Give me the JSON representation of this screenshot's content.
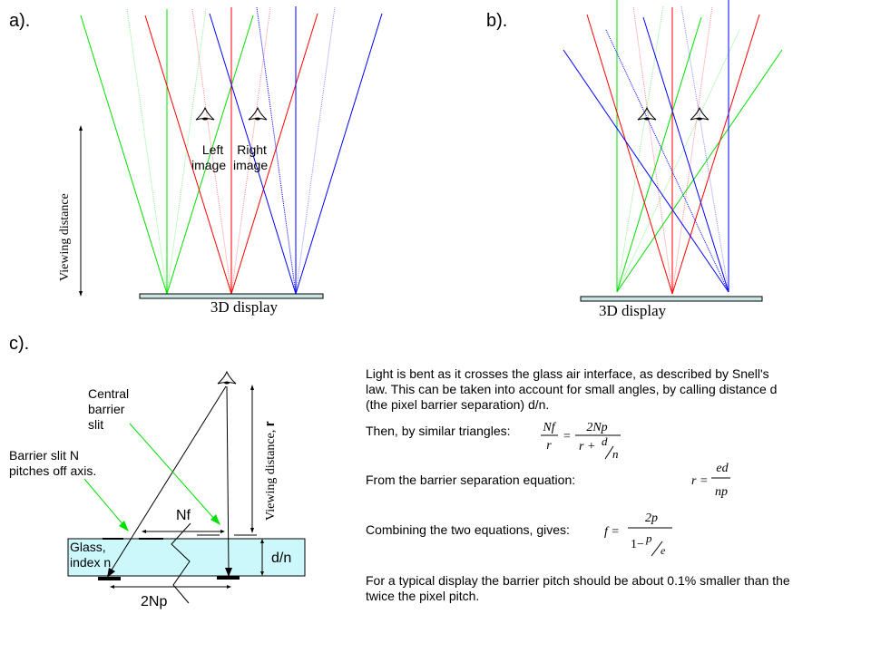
{
  "panels": {
    "a": {
      "label": "a).",
      "display_label": "3D display",
      "viewing_distance_label": "Viewing distance",
      "left_image_label": [
        "Left",
        "image"
      ],
      "right_image_label": [
        "Right",
        "image"
      ]
    },
    "b": {
      "label": "b).",
      "display_label": "3D display"
    },
    "c": {
      "label": "c).",
      "central_slit_label": [
        "Central",
        "barrier",
        "slit"
      ],
      "off_axis_slit_label": [
        "Barrier slit N",
        "pitches off axis."
      ],
      "glass_label": [
        "Glass,",
        "index n"
      ],
      "nf_label": "Nf",
      "two_np_label": "2Np",
      "dn_label": "d/n",
      "viewing_distance_label": "Viewing distance, ",
      "viewing_distance_symbol": "r"
    }
  },
  "text": {
    "intro": "Light is bent as it crosses the glass air interface, as described by Snell's law.  This can be taken into account for small angles, by calling distance d (the pixel barrier separation) d/n.",
    "similar_triangles": "Then, by similar triangles:",
    "barrier_separation": "From the barrier separation equation:",
    "combining": "Combining the two equations, gives:",
    "conclusion": "For a typical display the barrier pitch should be about 0.1% smaller than the twice the pixel pitch."
  },
  "equations": {
    "eq1": {
      "lhs_num": "Nf",
      "lhs_den": "r",
      "rhs_num": "2Np",
      "rhs_den_a": "r +",
      "rhs_den_b": "d",
      "rhs_den_c": "n"
    },
    "eq2": {
      "lhs": "r =",
      "num": "ed",
      "den": "np"
    },
    "eq3": {
      "lhs": "f =",
      "num": "2p",
      "den_a": "1−",
      "den_b": "p",
      "den_c": "e"
    }
  },
  "colors": {
    "green": "#00e000",
    "red": "#ff0000",
    "blue": "#0000ff",
    "glass": "#ccf8fc",
    "display": "#c8e4e4"
  }
}
